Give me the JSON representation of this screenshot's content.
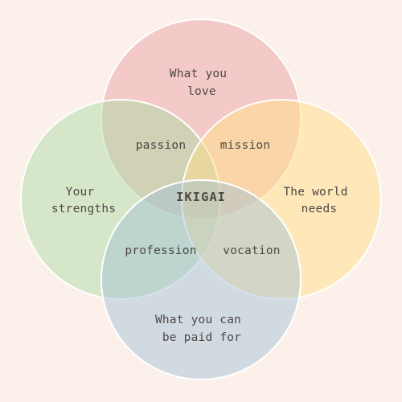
{
  "diagram": {
    "center_label": "IKIGAI",
    "circles": [
      {
        "key": "love",
        "lines": [
          "What you",
          "love"
        ],
        "color": "#E89B9E"
      },
      {
        "key": "strengths",
        "lines": [
          "Your",
          "strengths"
        ],
        "color": "#A9D9A2"
      },
      {
        "key": "world",
        "lines": [
          "The world",
          "needs"
        ],
        "color": "#FFE08A"
      },
      {
        "key": "paid",
        "lines": [
          "What you can",
          "be paid for"
        ],
        "color": "#9FBFD6"
      }
    ],
    "overlaps": {
      "passion": "passion",
      "mission": "mission",
      "profession": "profession",
      "vocation": "vocation"
    },
    "colors": {
      "background": "#FCF1EA",
      "circle_stroke": "#FFFFFF",
      "text": "#4E4844"
    }
  }
}
